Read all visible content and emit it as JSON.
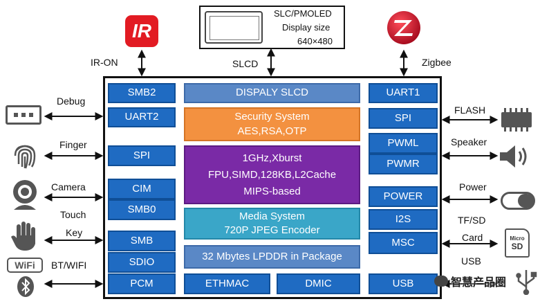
{
  "top": {
    "ir_logo_text": "IR",
    "ir_label": "IR-ON",
    "slcd_label": "SLCD",
    "zigbee_label": "Zigbee",
    "display_title": "SLC/PMOLED",
    "display_size_label": "Display size",
    "display_resolution": "640×480"
  },
  "left_labels": {
    "debug": "Debug",
    "finger": "Finger",
    "camera": "Camera",
    "touch": "Touch",
    "key": "Key",
    "bt_wifi": "BT/WIFI",
    "wifi_logo": "WiFi"
  },
  "right_labels": {
    "flash": "FLASH",
    "speaker": "Speaker",
    "power": "Power",
    "tf_sd": "TF/SD",
    "card": "Card",
    "usb": "USB",
    "sd_card_text_1": "Micro",
    "sd_card_text_2": "SD"
  },
  "left_blocks": [
    "SMB2",
    "UART2",
    "SPI",
    "CIM",
    "SMB0",
    "SMB",
    "SDIO",
    "PCM"
  ],
  "right_blocks": [
    "UART1",
    "SPI",
    "PWML",
    "PWMR",
    "POWER",
    "I2S",
    "MSC",
    "USB"
  ],
  "center": {
    "slcd": "DISPALY SLCD",
    "security_line1": "Security System",
    "security_line2": "AES,RSA,OTP",
    "cpu_line1": "1GHz,Xburst",
    "cpu_line2": "FPU,SIMD,128KB,L2Cache",
    "cpu_line3": "MIPS-based",
    "media_line1": "Media System",
    "media_line2": "720P JPEG Encoder",
    "lpddr": "32 Mbytes LPDDR in Package",
    "ethmac": "ETHMAC",
    "dmic": "DMIC"
  },
  "watermark": "智慧产品圈",
  "colors": {
    "interface_blue": "#1f6bc2",
    "security_orange": "#f39140",
    "cpu_purple": "#7a2aa6",
    "media_teal": "#3aa6c8",
    "ir_red": "#e21b23",
    "zigbee_red": "#c8102e"
  }
}
